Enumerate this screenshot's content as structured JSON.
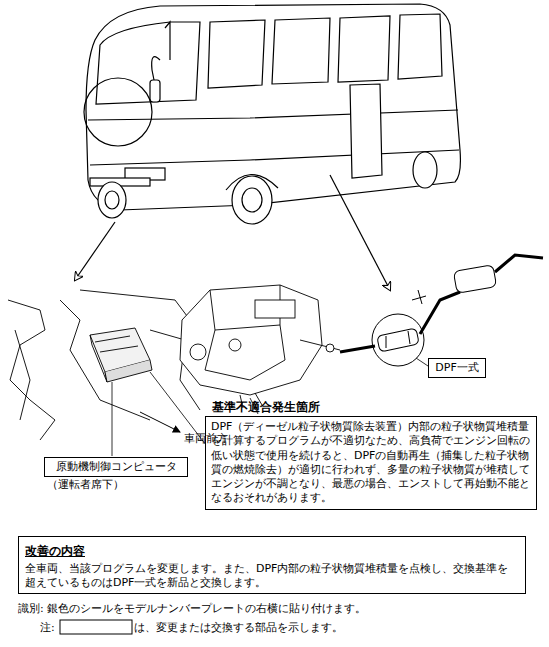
{
  "diagram": {
    "nodes": [
      {
        "text": [
          "DPF一式"
        ]
      },
      {
        "text": [
          "原動機制御コンピュータ",
          "（運転者席下）"
        ]
      },
      {
        "text": [
          "基準不適合発生箇所",
          "DPF（ディーゼル粒子状物質除去装置）内部の粒子状物質堆積量を計算するプログラムが不適切なため、高負荷でエンジン回転の低い状態で使用を続けると、DPFの自動再生（捕集した粒子状物質の燃焼除去）が適切に行われず、多量の粒子状物質が堆積してエンジンが不調となり、最悪の場合、エンストして再始動不能となるおそれがあります。"
        ]
      },
      {
        "text": [
          "改善の内容",
          "全車両、当該プログラムを変更します。また、DPF内部の粒子状物質堆積量を点検し、交換基準を超えているものはDPF一式を新品と交換します。"
        ]
      }
    ],
    "labels": [
      "車両前方",
      "識別: 銀色のシールをモデルナンバープレートの右横に貼り付けます。",
      "注:",
      "は、変更または交換する部品を示します。"
    ]
  }
}
